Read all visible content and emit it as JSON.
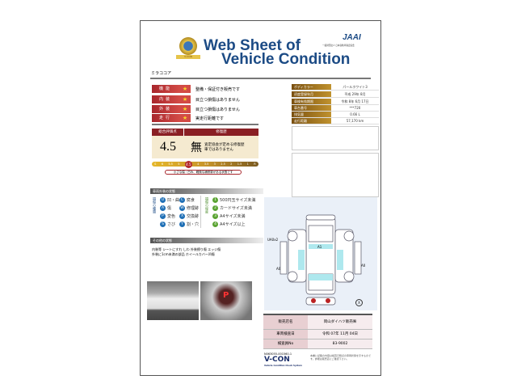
{
  "header": {
    "title_line1": "Web Sheet of",
    "title_line2": "Vehicle Condition",
    "jaai": "JAAI",
    "jaai_sub": "一般財団法人 日本自動車査定協会",
    "emblem_text": "V-CON"
  },
  "car_name": "ミラココア",
  "ratings": [
    {
      "label": "機能",
      "star": "★",
      "text": "整備・保証付き販売です"
    },
    {
      "label": "内装",
      "star": "★",
      "text": "目立つ損傷はありません"
    },
    {
      "label": "外装",
      "star": "★",
      "text": "目立つ損傷はありません"
    },
    {
      "label": "走行",
      "star": "★",
      "text": "実走行距離です"
    }
  ],
  "specs": [
    {
      "label": "ボディカラー",
      "value": "パールホワイト3"
    },
    {
      "label": "初度登録年月",
      "value": "平成 29年 8月"
    },
    {
      "label": "車検有効期限",
      "value": "令和 8年 6月 17日"
    },
    {
      "label": "車台番号",
      "value": "***720"
    },
    {
      "label": "排気量",
      "value": "0.66 L"
    },
    {
      "label": "走行距離",
      "value": "57,170 km"
    }
  ],
  "score": {
    "label": "総合評価点",
    "value": "4.5",
    "repair_label": "修復歴",
    "repair_value": "無",
    "repair_text": "査定協会が定める修復歴車ではありません",
    "scale": [
      "S",
      "6",
      "5.5",
      "5",
      "4.5",
      "4",
      "3.5",
      "3",
      "2.5",
      "2",
      "1.5",
      "1",
      "R"
    ],
    "selected": "4.5",
    "description": "小さな傷・凹み、軽微な補修跡がある状態です"
  },
  "exterior": {
    "title": "車両外装の状態",
    "types_label": "損傷の種類",
    "degree_label": "損傷の程度",
    "types": [
      {
        "code": "U",
        "text": "凹・曲"
      },
      {
        "code": "C",
        "text": "腐食"
      },
      {
        "code": "A",
        "text": "傷"
      },
      {
        "code": "W",
        "text": "修理跡"
      },
      {
        "code": "P",
        "text": "変色"
      },
      {
        "code": "X",
        "text": "交換跡"
      },
      {
        "code": "S",
        "text": "さび"
      },
      {
        "code": "Y",
        "text": "割・穴"
      }
    ],
    "degrees": [
      {
        "code": "1",
        "text": "500円玉サイズ未満"
      },
      {
        "code": "2",
        "text": "カードサイズ未満"
      },
      {
        "code": "3",
        "text": "A4サイズ未満"
      },
      {
        "code": "4",
        "text": "A4サイズ以上"
      }
    ]
  },
  "other": {
    "title": "その他の状態",
    "line1": "内装等 シートにすれ しわ 外装擦り傷 エッジ傷",
    "line2": "外装に1cm未満の部品 ホイールカバー凹傷"
  },
  "diagram": {
    "labels": [
      "UA0x2",
      "A1",
      "A0",
      "A0",
      "X"
    ]
  },
  "colors": {
    "rating_red": "#b3282d",
    "spec_gold": "#a0701f",
    "title_blue": "#1c4b85",
    "damage_cyan": "#aee8ee"
  },
  "dealer": {
    "rows": [
      {
        "label": "販売店名",
        "value": "岡山ダイハツ販売㈱"
      },
      {
        "label": "車両検査日",
        "value": "令和 07年 11月 04日"
      },
      {
        "label": "検査員No",
        "value": "83-9002"
      }
    ]
  },
  "footer": {
    "serial": "N063055-001560-1",
    "brand": "V-CON",
    "brand_sub": "Vehicle Condition Check System",
    "note": "本書に記載の内容は検査日時点の車両状態を示すものです。詳細は販売店にご確認下さい。"
  }
}
